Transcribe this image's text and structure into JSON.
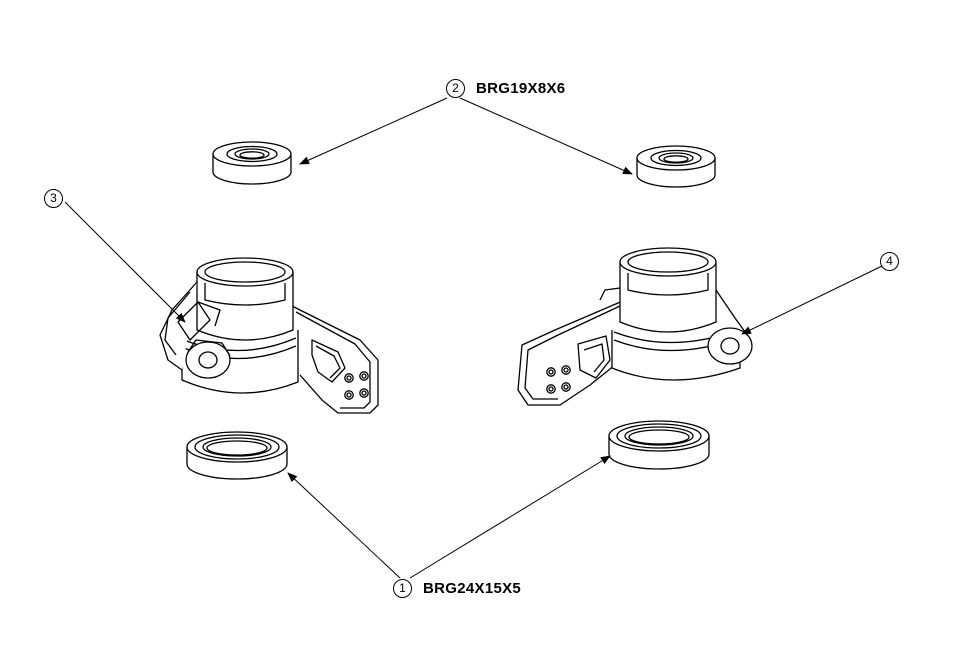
{
  "callouts": [
    {
      "id": "1",
      "part": "BRG24X15X5"
    },
    {
      "id": "2",
      "part": "BRG19X8X6"
    },
    {
      "id": "3",
      "part": ""
    },
    {
      "id": "4",
      "part": ""
    }
  ],
  "colors": {
    "line": "#000000",
    "background": "#ffffff"
  }
}
